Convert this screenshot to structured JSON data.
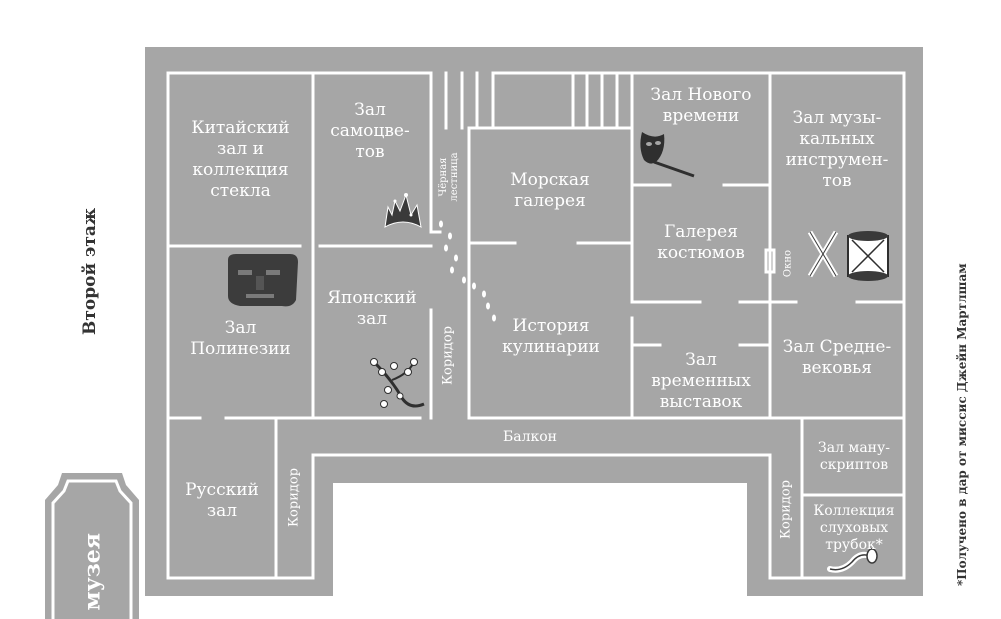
{
  "floor_label": "Второй этаж",
  "museum_label": "музея",
  "footnote": "*Получено в дар от миссис Джейн Мартлшам",
  "rooms": {
    "chinese": "Китайский\nзал и\nколлекция\nстекла",
    "gems": "Зал\nсамоцве-\nтов",
    "back_stairs": "Чёрная\nлестница",
    "maritime": "Морская\nгалерея",
    "modern": "Зал Нового\nвремени",
    "music": "Зал музы-\nкальных\nинструмен-\nтов",
    "costumes": "Галерея\nкостюмов",
    "window": "Окно",
    "polynesia": "Зал\nПолинезии",
    "japanese": "Японский\nзал",
    "corridor_center": "Коридор",
    "culinary": "История\nкулинарии",
    "medieval": "Зал Средне-\nвековья",
    "temporary": "Зал\nвременных\nвыставок",
    "balcony": "Балкон",
    "russian": "Русский\nзал",
    "corridor_left": "Коридор",
    "manuscripts": "Зал ману-\nскриптов",
    "corridor_right": "Коридор",
    "ear_trumpets": "Коллекция\nслуховых\nтрубок*"
  },
  "icons": {
    "gems": "tiara-icon",
    "modern": "masquerade-mask-icon",
    "music": "crossed-sticks-and-drum-icon",
    "polynesia": "stone-head-icon",
    "japanese": "cherry-blossom-branch-icon",
    "ear_trumpets": "ear-trumpet-icon",
    "footprints": "footprints-icon"
  },
  "colors": {
    "floor": "#a6a6a6",
    "walls": "#ffffff",
    "side_label_text": "#333333"
  }
}
